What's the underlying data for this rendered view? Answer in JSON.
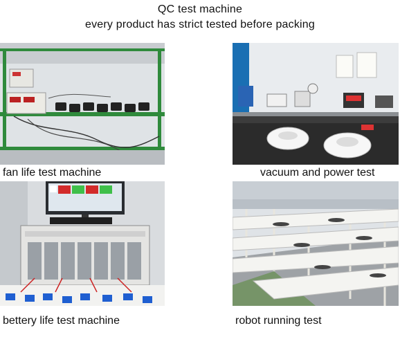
{
  "header": {
    "title": "QC test machine",
    "subtitle": "every product has strict tested before packing"
  },
  "panels": [
    {
      "caption": "fan life test machine",
      "image_icon": "fan-life-test-photo"
    },
    {
      "caption": "vacuum and power test",
      "image_icon": "vacuum-power-test-photo"
    },
    {
      "caption": "bettery life test machine",
      "image_icon": "battery-life-test-photo"
    },
    {
      "caption": "robot running test",
      "image_icon": "robot-running-test-photo"
    }
  ],
  "colors": {
    "shelf_green": "#2f8a3c",
    "wall_white": "#e9ecef",
    "floor_gray": "#9ea2a6",
    "battery_blue": "#1f5fd1",
    "screen_red": "#d22b2b",
    "screen_green": "#3fbf4a"
  }
}
